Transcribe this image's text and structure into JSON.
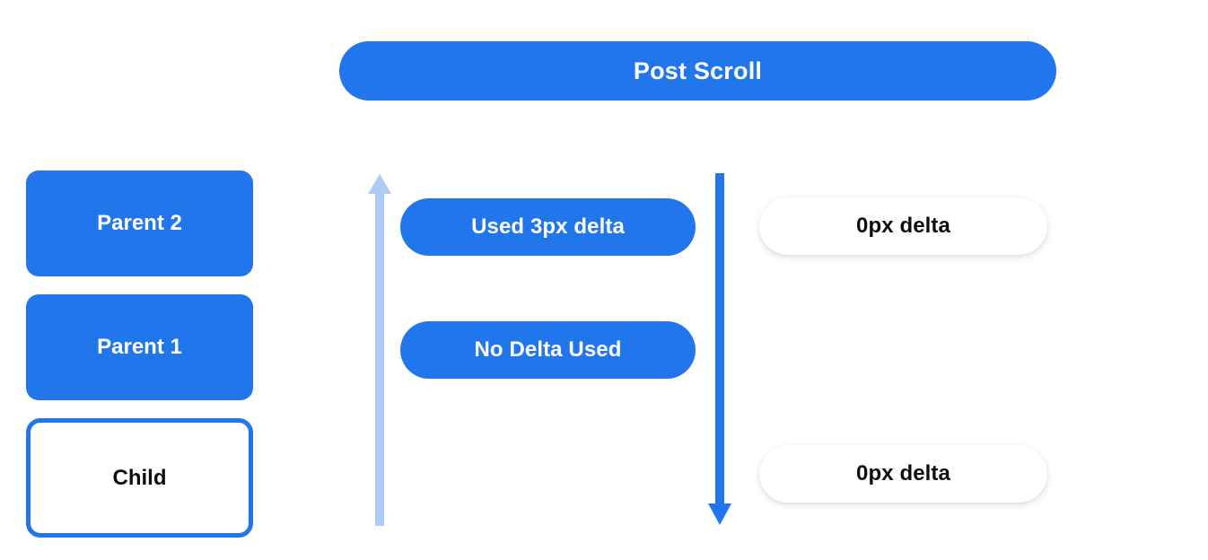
{
  "header": {
    "title": "Post Scroll"
  },
  "colors": {
    "accent_blue": "#2176ec",
    "arrow_light_blue": "#aecbf4",
    "arrow_dark_blue": "#2176ec",
    "text_dark": "#0d0d0d",
    "text_light": "#ffffff",
    "background": "#ffffff"
  },
  "node_stack": {
    "name": "element-hierarchy",
    "nodes": [
      {
        "label": "Parent 2",
        "style": "filled"
      },
      {
        "label": "Parent 1",
        "style": "filled"
      },
      {
        "label": "Child",
        "style": "outlined"
      }
    ]
  },
  "arrows": [
    {
      "name": "scroll-up-arrow",
      "direction": "up",
      "color": "#aecbf4"
    },
    {
      "name": "scroll-down-arrow",
      "direction": "down",
      "color": "#2176ec"
    }
  ],
  "delta_pills": {
    "middle_column": [
      {
        "label": "Used 3px delta",
        "style": "blue"
      },
      {
        "label": "No Delta Used",
        "style": "blue"
      }
    ],
    "right_column": [
      {
        "label": "0px delta",
        "style": "white"
      },
      {
        "label": "0px delta",
        "style": "white"
      }
    ]
  }
}
